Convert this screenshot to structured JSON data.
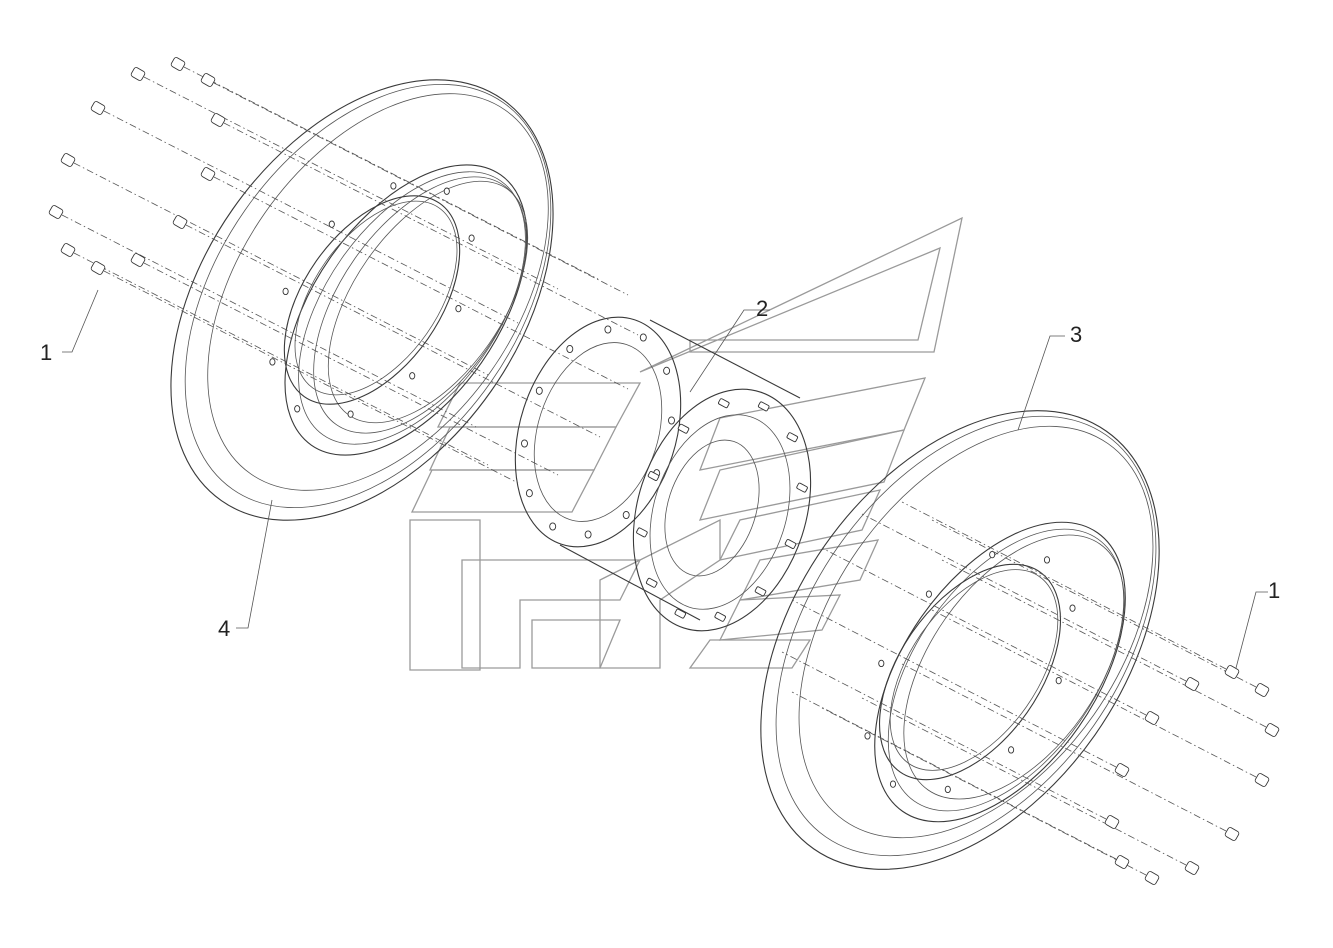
{
  "diagram": {
    "callouts": [
      {
        "id": "c1l",
        "label": "1"
      },
      {
        "id": "c2",
        "label": "2"
      },
      {
        "id": "c3",
        "label": "3"
      },
      {
        "id": "c4",
        "label": "4"
      },
      {
        "id": "c1r",
        "label": "1"
      }
    ],
    "colors": {
      "line": "#3a3a3a",
      "watermark": "#9a9a9a",
      "background": "#ffffff"
    }
  }
}
